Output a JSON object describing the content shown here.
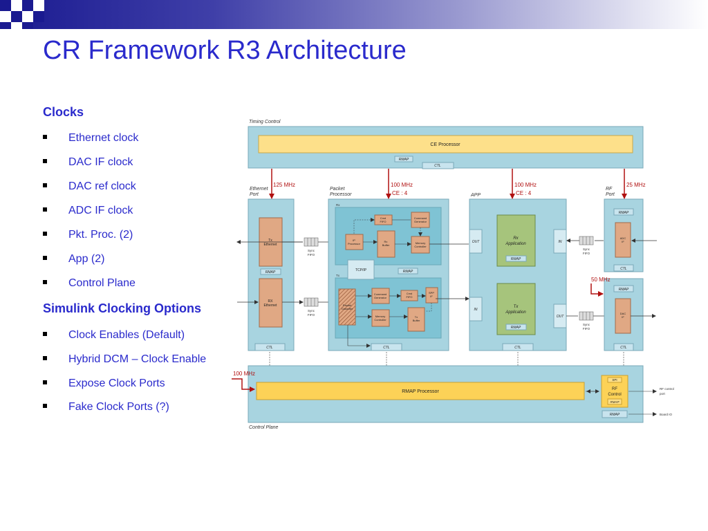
{
  "slide": {
    "title": "CR Framework R3 Architecture"
  },
  "clocks": {
    "heading": "Clocks",
    "items": [
      "Ethernet clock",
      "DAC IF clock",
      "DAC ref clock",
      "ADC IF clock",
      "Pkt. Proc. (2)",
      "App (2)",
      "Control Plane"
    ]
  },
  "simulink": {
    "heading": "Simulink Clocking Options",
    "items": [
      "Clock Enables (Default)",
      "Hybrid DCM – Clock Enable",
      "Expose Clock Ports",
      "Fake Clock Ports (?)"
    ]
  },
  "diagram": {
    "timing_control": "Timing Control",
    "ce_processor": "CE Processor",
    "rmap": "RMAP",
    "ctl": "CTL",
    "ethernet_port": [
      "Ethernet",
      "Port"
    ],
    "packet_processor": [
      "Packet",
      "Processor"
    ],
    "app": "APP",
    "rf_port": [
      "RF",
      "Port"
    ],
    "clk_125": "125 MHz",
    "clk_100_pp": [
      "100 MHz",
      "CE : 4"
    ],
    "clk_100_app": [
      "100 MHz",
      "CE : 4"
    ],
    "clk_25": "25 MHz",
    "clk_50": "50 MHz",
    "clk_100_cp": "100 MHz",
    "tx_ethernet": [
      "Tx",
      "Ethernet"
    ],
    "rx_ethernet": [
      "RX",
      "Ethernet"
    ],
    "sync_fifo": [
      "Sync",
      "FIFO"
    ],
    "rx_label": "Rx",
    "tx_label": "Tx",
    "cmd_fifo": [
      "Cmd",
      "FIFO"
    ],
    "command_generator": [
      "Command",
      "Generator"
    ],
    "ip_processor": [
      "IP",
      "Processor"
    ],
    "rx_buffer": [
      "Rx",
      "Buffer"
    ],
    "memory_controller": [
      "Memory",
      "Controller"
    ],
    "tcp_ip": "TCP/IP",
    "packet_classifier": [
      "Packet",
      "Classifier"
    ],
    "spp_if": [
      "SPP",
      "IF"
    ],
    "tx_buffer": [
      "Tx",
      "Buffer"
    ],
    "out_label": "OUT",
    "in_label": "IN",
    "rx_application": [
      "Rx",
      "Application"
    ],
    "tx_application": [
      "Tx",
      "Application"
    ],
    "adc_if": [
      "ADC",
      "IF"
    ],
    "dac_if": [
      "DAC",
      "IF"
    ],
    "rmap_processor": "RMAP Processor",
    "spi": "SPI",
    "rf_control": [
      "RF",
      "Control"
    ],
    "rf_control_port": [
      "RF control",
      "port"
    ],
    "board_io": "Board IO",
    "control_plane": "Control Plane"
  },
  "colors": {
    "title_blue": "#2a2acc",
    "panel_blue": "#a8d4e0",
    "inner_blue": "#7fc3d4",
    "block_orange": "#e0a884",
    "block_green": "#a6c47c",
    "ce_yellow": "#fde08a",
    "rmap_yellow": "#fcd257",
    "clock_red": "#b01010"
  }
}
